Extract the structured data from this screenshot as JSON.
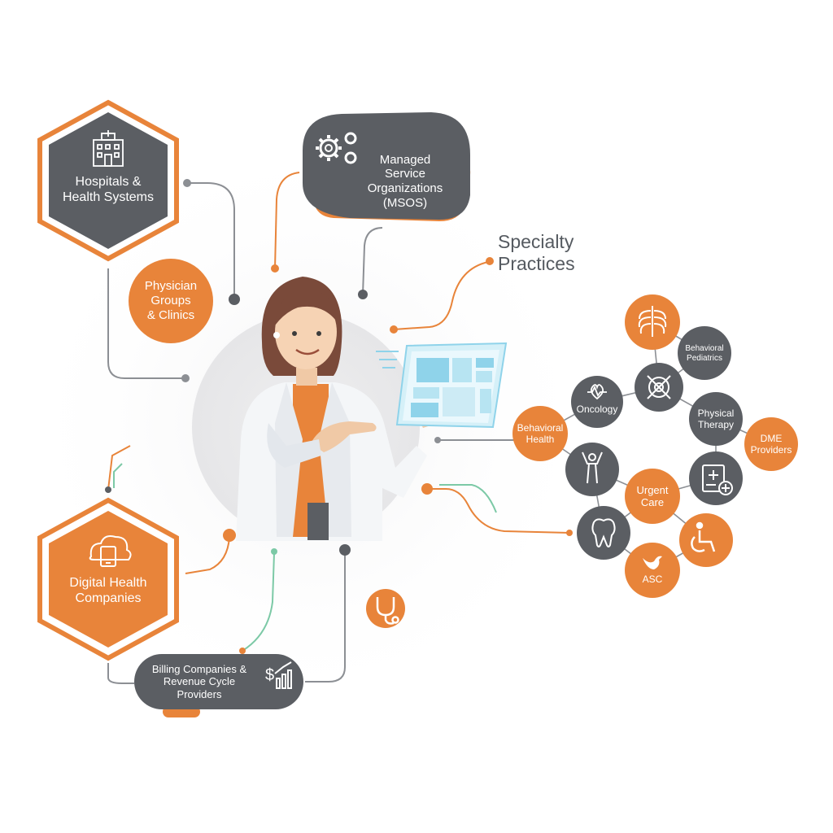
{
  "diagram": {
    "hospitals": {
      "line1": "Hospitals &",
      "line2": "Health Systems",
      "icon": "hospital-building-icon"
    },
    "mso": {
      "line1": "Managed",
      "line2": "Service",
      "line3": "Organizations",
      "line4": "(MSOS)",
      "icon": "gears-icon"
    },
    "physician": {
      "line1": "Physician",
      "line2": "Groups",
      "line3": "& Clinics"
    },
    "specialty": {
      "line1": "Specialty",
      "line2": "Practices"
    },
    "digital": {
      "line1": "Digital Health",
      "line2": "Companies",
      "icon": "cloud-device-icon"
    },
    "billing": {
      "line1": "Billing Companies &",
      "line2": "Revenue Cycle Providers",
      "icon": "dollar-chart-icon"
    },
    "specialty_nodes": {
      "behavioral_pediatrics": {
        "line1": "Behavioral",
        "line2": "Pediatrics"
      },
      "oncology": {
        "label": "Oncology",
        "icon": "heart-monitor-icon"
      },
      "behavioral_health": {
        "line1": "Behavioral",
        "line2": "Health"
      },
      "physical_therapy": {
        "line1": "Physical",
        "line2": "Therapy"
      },
      "dme": {
        "line1": "DME",
        "line2": "Providers"
      },
      "urgent_care": {
        "line1": "Urgent",
        "line2": "Care"
      },
      "asc": {
        "label": "ASC",
        "icon": "bird-icon"
      },
      "radiology": {
        "icon": "ribcage-icon"
      },
      "neurology": {
        "icon": "brain-target-icon"
      },
      "fitness": {
        "icon": "person-arms-up-icon"
      },
      "dental": {
        "icon": "tooth-icon"
      },
      "medical_records": {
        "icon": "medical-chart-icon"
      },
      "accessibility": {
        "icon": "wheelchair-icon"
      },
      "stethoscope": {
        "icon": "stethoscope-icon"
      }
    },
    "colors": {
      "orange": "#e8843a",
      "gray": "#5b5e63",
      "connector": "#8c8f94",
      "teal": "#7cc9a6",
      "screen": "#8fd3ea"
    }
  }
}
